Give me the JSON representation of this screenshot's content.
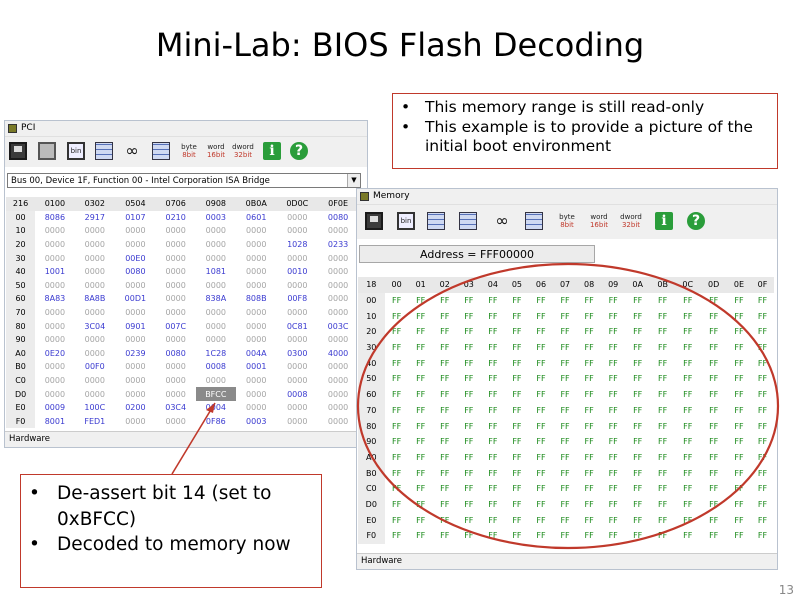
{
  "slide": {
    "title": "Mini-Lab: BIOS Flash Decoding",
    "page_number": "13"
  },
  "toolbar": {
    "bin_label": "bin",
    "byte_top": "byte",
    "byte_bottom": "8bit",
    "word_top": "word",
    "word_bottom": "16bit",
    "dword_top": "dword",
    "dword_bottom": "32bit",
    "info_glyph": "i",
    "help_glyph": "?"
  },
  "pci_window": {
    "title": "PCI",
    "device_select": "Bus 00, Device 1F, Function 00 - Intel Corporation ISA Bridge",
    "corner": "216",
    "columns": [
      "0100",
      "0302",
      "0504",
      "0706",
      "0908",
      "0B0A",
      "0D0C",
      "0F0E"
    ],
    "rows": [
      {
        "h": "00",
        "c": [
          "8086",
          "2917",
          "0107",
          "0210",
          "0003",
          "0601",
          "0000",
          "0080"
        ]
      },
      {
        "h": "10",
        "c": [
          "0000",
          "0000",
          "0000",
          "0000",
          "0000",
          "0000",
          "0000",
          "0000"
        ]
      },
      {
        "h": "20",
        "c": [
          "0000",
          "0000",
          "0000",
          "0000",
          "0000",
          "0000",
          "1028",
          "0233"
        ]
      },
      {
        "h": "30",
        "c": [
          "0000",
          "0000",
          "00E0",
          "0000",
          "0000",
          "0000",
          "0000",
          "0000"
        ]
      },
      {
        "h": "40",
        "c": [
          "1001",
          "0000",
          "0080",
          "0000",
          "1081",
          "0000",
          "0010",
          "0000"
        ]
      },
      {
        "h": "50",
        "c": [
          "0000",
          "0000",
          "0000",
          "0000",
          "0000",
          "0000",
          "0000",
          "0000"
        ]
      },
      {
        "h": "60",
        "c": [
          "8A83",
          "8A8B",
          "00D1",
          "0000",
          "838A",
          "808B",
          "00F8",
          "0000"
        ]
      },
      {
        "h": "70",
        "c": [
          "0000",
          "0000",
          "0000",
          "0000",
          "0000",
          "0000",
          "0000",
          "0000"
        ]
      },
      {
        "h": "80",
        "c": [
          "0000",
          "3C04",
          "0901",
          "007C",
          "0000",
          "0000",
          "0C81",
          "003C"
        ]
      },
      {
        "h": "90",
        "c": [
          "0000",
          "0000",
          "0000",
          "0000",
          "0000",
          "0000",
          "0000",
          "0000"
        ]
      },
      {
        "h": "A0",
        "c": [
          "0E20",
          "0000",
          "0239",
          "0080",
          "1C28",
          "004A",
          "0300",
          "4000"
        ]
      },
      {
        "h": "B0",
        "c": [
          "0000",
          "00F0",
          "0000",
          "0000",
          "0008",
          "0001",
          "0000",
          "0000"
        ]
      },
      {
        "h": "C0",
        "c": [
          "0000",
          "0000",
          "0000",
          "0000",
          "0000",
          "0000",
          "0000",
          "0000"
        ]
      },
      {
        "h": "D0",
        "c": [
          "0000",
          "0000",
          "0000",
          "0000",
          "BFCC",
          "0000",
          "0008",
          "0000"
        ]
      },
      {
        "h": "E0",
        "c": [
          "0009",
          "100C",
          "0200",
          "03C4",
          "0004",
          "0000",
          "0000",
          "0000"
        ]
      },
      {
        "h": "F0",
        "c": [
          "8001",
          "FED1",
          "0000",
          "0000",
          "0F86",
          "0003",
          "0000",
          "0000"
        ]
      }
    ],
    "selected_cell": {
      "row": "D0",
      "col": "0908"
    },
    "status": "Hardware"
  },
  "memory_window": {
    "title": "Memory",
    "address_button": "Address = FFF00000",
    "corner": "18",
    "columns": [
      "00",
      "01",
      "02",
      "03",
      "04",
      "05",
      "06",
      "07",
      "08",
      "09",
      "0A",
      "0B",
      "0C",
      "0D",
      "0E",
      "0F"
    ],
    "row_headers": [
      "00",
      "10",
      "20",
      "30",
      "40",
      "50",
      "60",
      "70",
      "80",
      "90",
      "A0",
      "B0",
      "C0",
      "D0",
      "E0",
      "F0"
    ],
    "fill_value": "FF",
    "status": "Hardware"
  },
  "callout_top": {
    "items": [
      "This memory range is still read-only",
      "This example is to provide a picture of the initial boot environment"
    ]
  },
  "callout_bottom": {
    "items": [
      "De-assert bit 14 (set to 0xBFCC)",
      "Decoded to memory now"
    ]
  },
  "colors": {
    "callout_border": "#c0392b",
    "annotation": "#c0392b",
    "ff_text": "#1a8a1a",
    "pci_value": "#3a3ad0"
  }
}
